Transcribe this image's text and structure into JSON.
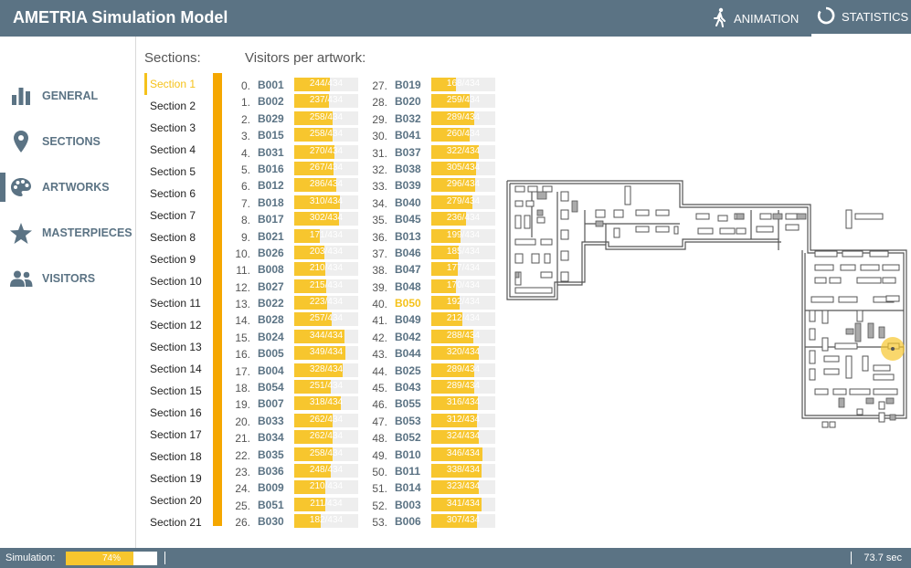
{
  "header": {
    "title": "AMETRIA Simulation Model",
    "animation_label": "ANIMATION",
    "statistics_label": "STATISTICS"
  },
  "sidebar": {
    "items": [
      {
        "label": "GENERAL",
        "icon": "bar-chart-icon"
      },
      {
        "label": "SECTIONS",
        "icon": "map-pin-icon"
      },
      {
        "label": "ARTWORKS",
        "icon": "palette-icon"
      },
      {
        "label": "MASTERPIECES",
        "icon": "star-icon"
      },
      {
        "label": "VISITORS",
        "icon": "people-icon"
      }
    ],
    "active": "ARTWORKS"
  },
  "sections": {
    "heading": "Sections:",
    "items": [
      "Section 1",
      "Section 2",
      "Section 3",
      "Section 4",
      "Section 5",
      "Section 6",
      "Section 7",
      "Section 8",
      "Section 9",
      "Section 10",
      "Section 11",
      "Section 12",
      "Section 13",
      "Section 14",
      "Section 15",
      "Section 16",
      "Section 17",
      "Section 18",
      "Section 19",
      "Section 20",
      "Section 21"
    ],
    "active_index": 0
  },
  "artworks": {
    "heading": "Visitors per artwork:",
    "highlight_code": "B050",
    "items": [
      {
        "idx": "0.",
        "code": "B001",
        "value": 244,
        "total": 434
      },
      {
        "idx": "1.",
        "code": "B002",
        "value": 237,
        "total": 434
      },
      {
        "idx": "2.",
        "code": "B029",
        "value": 258,
        "total": 434
      },
      {
        "idx": "3.",
        "code": "B015",
        "value": 258,
        "total": 434
      },
      {
        "idx": "4.",
        "code": "B031",
        "value": 270,
        "total": 434
      },
      {
        "idx": "5.",
        "code": "B016",
        "value": 267,
        "total": 434
      },
      {
        "idx": "6.",
        "code": "B012",
        "value": 286,
        "total": 434
      },
      {
        "idx": "7.",
        "code": "B018",
        "value": 310,
        "total": 434
      },
      {
        "idx": "8.",
        "code": "B017",
        "value": 302,
        "total": 434
      },
      {
        "idx": "9.",
        "code": "B021",
        "value": 171,
        "total": 434
      },
      {
        "idx": "10.",
        "code": "B026",
        "value": 203,
        "total": 434
      },
      {
        "idx": "11.",
        "code": "B008",
        "value": 210,
        "total": 434
      },
      {
        "idx": "12.",
        "code": "B027",
        "value": 215,
        "total": 434
      },
      {
        "idx": "13.",
        "code": "B022",
        "value": 223,
        "total": 434
      },
      {
        "idx": "14.",
        "code": "B028",
        "value": 257,
        "total": 434
      },
      {
        "idx": "15.",
        "code": "B024",
        "value": 344,
        "total": 434
      },
      {
        "idx": "16.",
        "code": "B005",
        "value": 349,
        "total": 434
      },
      {
        "idx": "17.",
        "code": "B004",
        "value": 328,
        "total": 434
      },
      {
        "idx": "18.",
        "code": "B054",
        "value": 251,
        "total": 434
      },
      {
        "idx": "19.",
        "code": "B007",
        "value": 318,
        "total": 434
      },
      {
        "idx": "20.",
        "code": "B033",
        "value": 262,
        "total": 434
      },
      {
        "idx": "21.",
        "code": "B034",
        "value": 262,
        "total": 434
      },
      {
        "idx": "22.",
        "code": "B035",
        "value": 258,
        "total": 434
      },
      {
        "idx": "23.",
        "code": "B036",
        "value": 248,
        "total": 434
      },
      {
        "idx": "24.",
        "code": "B009",
        "value": 210,
        "total": 434
      },
      {
        "idx": "25.",
        "code": "B051",
        "value": 211,
        "total": 434
      },
      {
        "idx": "26.",
        "code": "B030",
        "value": 182,
        "total": 434
      },
      {
        "idx": "27.",
        "code": "B019",
        "value": 168,
        "total": 434
      },
      {
        "idx": "28.",
        "code": "B020",
        "value": 259,
        "total": 434
      },
      {
        "idx": "29.",
        "code": "B032",
        "value": 289,
        "total": 434
      },
      {
        "idx": "30.",
        "code": "B041",
        "value": 260,
        "total": 434
      },
      {
        "idx": "31.",
        "code": "B037",
        "value": 322,
        "total": 434
      },
      {
        "idx": "32.",
        "code": "B038",
        "value": 305,
        "total": 434
      },
      {
        "idx": "33.",
        "code": "B039",
        "value": 296,
        "total": 434
      },
      {
        "idx": "34.",
        "code": "B040",
        "value": 279,
        "total": 434
      },
      {
        "idx": "35.",
        "code": "B045",
        "value": 236,
        "total": 434
      },
      {
        "idx": "36.",
        "code": "B013",
        "value": 199,
        "total": 434
      },
      {
        "idx": "37.",
        "code": "B046",
        "value": 185,
        "total": 434
      },
      {
        "idx": "38.",
        "code": "B047",
        "value": 177,
        "total": 434
      },
      {
        "idx": "39.",
        "code": "B048",
        "value": 170,
        "total": 434
      },
      {
        "idx": "40.",
        "code": "B050",
        "value": 192,
        "total": 434
      },
      {
        "idx": "41.",
        "code": "B049",
        "value": 212,
        "total": 434
      },
      {
        "idx": "42.",
        "code": "B042",
        "value": 288,
        "total": 434
      },
      {
        "idx": "43.",
        "code": "B044",
        "value": 320,
        "total": 434
      },
      {
        "idx": "44.",
        "code": "B025",
        "value": 289,
        "total": 434
      },
      {
        "idx": "45.",
        "code": "B043",
        "value": 289,
        "total": 434
      },
      {
        "idx": "46.",
        "code": "B055",
        "value": 316,
        "total": 434
      },
      {
        "idx": "47.",
        "code": "B053",
        "value": 312,
        "total": 434
      },
      {
        "idx": "48.",
        "code": "B052",
        "value": 324,
        "total": 434
      },
      {
        "idx": "49.",
        "code": "B010",
        "value": 346,
        "total": 434
      },
      {
        "idx": "50.",
        "code": "B011",
        "value": 338,
        "total": 434
      },
      {
        "idx": "51.",
        "code": "B014",
        "value": 323,
        "total": 434
      },
      {
        "idx": "52.",
        "code": "B003",
        "value": 341,
        "total": 434
      },
      {
        "idx": "53.",
        "code": "B006",
        "value": 307,
        "total": 434
      }
    ]
  },
  "footer": {
    "simulation_label": "Simulation:",
    "progress_percent": 74,
    "progress_text": "74%",
    "time": "73.7 sec"
  },
  "colors": {
    "header": "#5b7384",
    "accent": "#f7c62e",
    "sections_bar": "#f5a700"
  }
}
